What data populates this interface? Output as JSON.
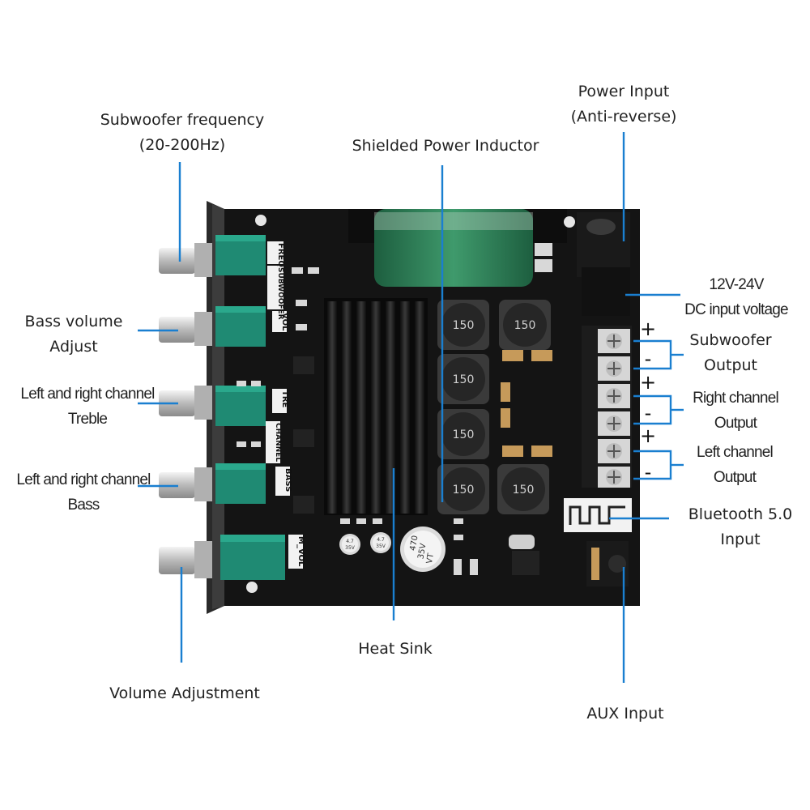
{
  "labels": {
    "subwoofer_freq_line1": "Subwoofer frequency",
    "subwoofer_freq_line2": "(20-200Hz)",
    "bass_volume_line1": "Bass volume",
    "bass_volume_line2": "Adjust",
    "treble_line1": "Left and right channel",
    "treble_line2": "Treble",
    "bass_line1": "Left and right channel",
    "bass_line2": "Bass",
    "volume": "Volume Adjustment",
    "inductor": "Shielded Power Inductor",
    "power_line1": "Power Input",
    "power_line2": "(Anti-reverse)",
    "dc_line1": "12V-24V",
    "dc_line2": "DC input voltage",
    "sub_out_line1": "Subwoofer",
    "sub_out_line2": "Output",
    "right_out_line1": "Right channel",
    "right_out_line2": "Output",
    "left_out_line1": "Left channel",
    "left_out_line2": "Output",
    "bt_line1": "Bluetooth 5.0",
    "bt_line2": "Input",
    "heatsink": "Heat Sink",
    "aux": "AUX Input"
  },
  "board": {
    "pot_labels": [
      "FREQ",
      "SUBWOOFER",
      "VOL",
      "TRE",
      "CHANNEL",
      "BASS",
      "M_VOL"
    ],
    "inductor_value": "150",
    "capacitor_text": [
      "470",
      "35V",
      "VT"
    ],
    "small_caps": [
      "4.7",
      "35V"
    ],
    "polarity_signs": [
      "+",
      "-",
      "+",
      "-",
      "+",
      "-"
    ]
  },
  "colors": {
    "annotation_line": "#1a7fd0",
    "pcb": "#141414",
    "pot_green": "#1f8a73",
    "capacitor_green": "#2e7d55"
  }
}
